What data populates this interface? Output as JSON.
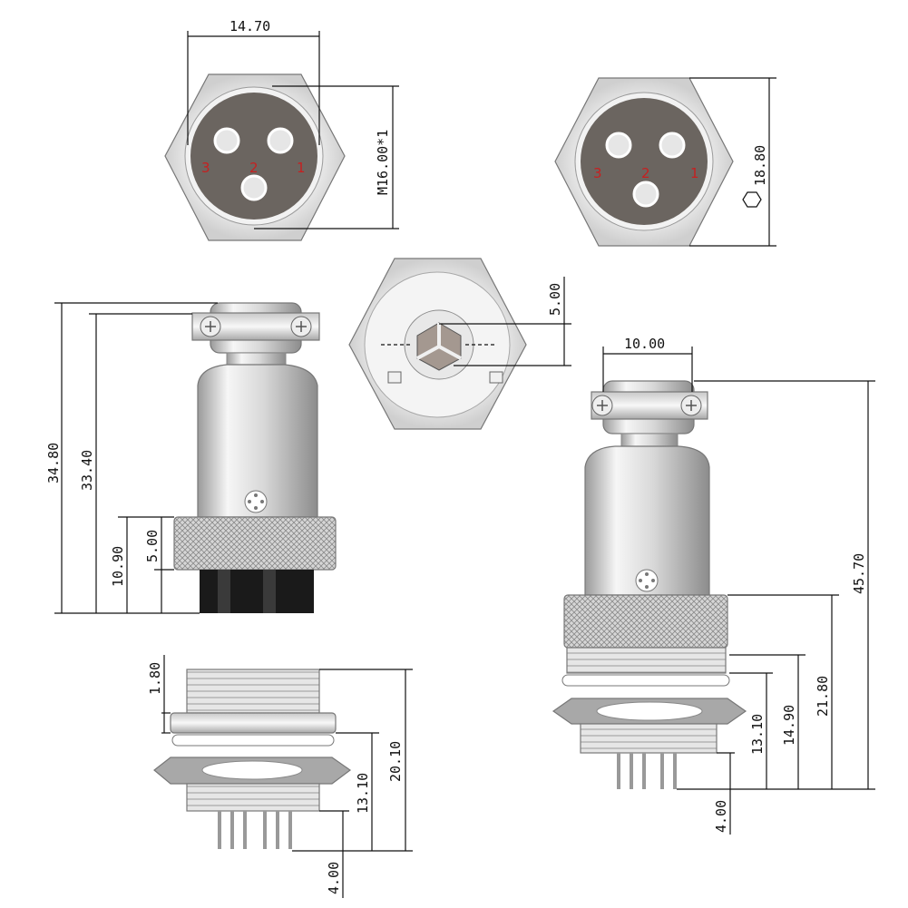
{
  "colors": {
    "line": "#111111",
    "metal_light": "#f4f4f4",
    "metal_mid": "#cfcfcf",
    "metal_dark": "#9a9a9a",
    "insert": "#6b6560",
    "pin_label": "#c62020",
    "base": "#1a1a1a"
  },
  "front_view_left": {
    "width_dim": "14.70",
    "thread_dim": "M16.00*1",
    "pin_labels": [
      "3",
      "2",
      "1"
    ]
  },
  "front_view_right": {
    "hex_dim": "18.80",
    "pin_labels": [
      "3",
      "2",
      "1"
    ]
  },
  "back_view_center": {
    "depth_dim": "5.00"
  },
  "plug_side_left": {
    "dims": [
      "34.80",
      "33.40",
      "10.90",
      "5.00"
    ]
  },
  "socket_bottom_left": {
    "dims": [
      "1.80",
      "20.10",
      "13.10",
      "4.00"
    ]
  },
  "assembled_right": {
    "dims": [
      "10.00",
      "45.70",
      "21.80",
      "14.90",
      "13.10",
      "4.00"
    ]
  }
}
